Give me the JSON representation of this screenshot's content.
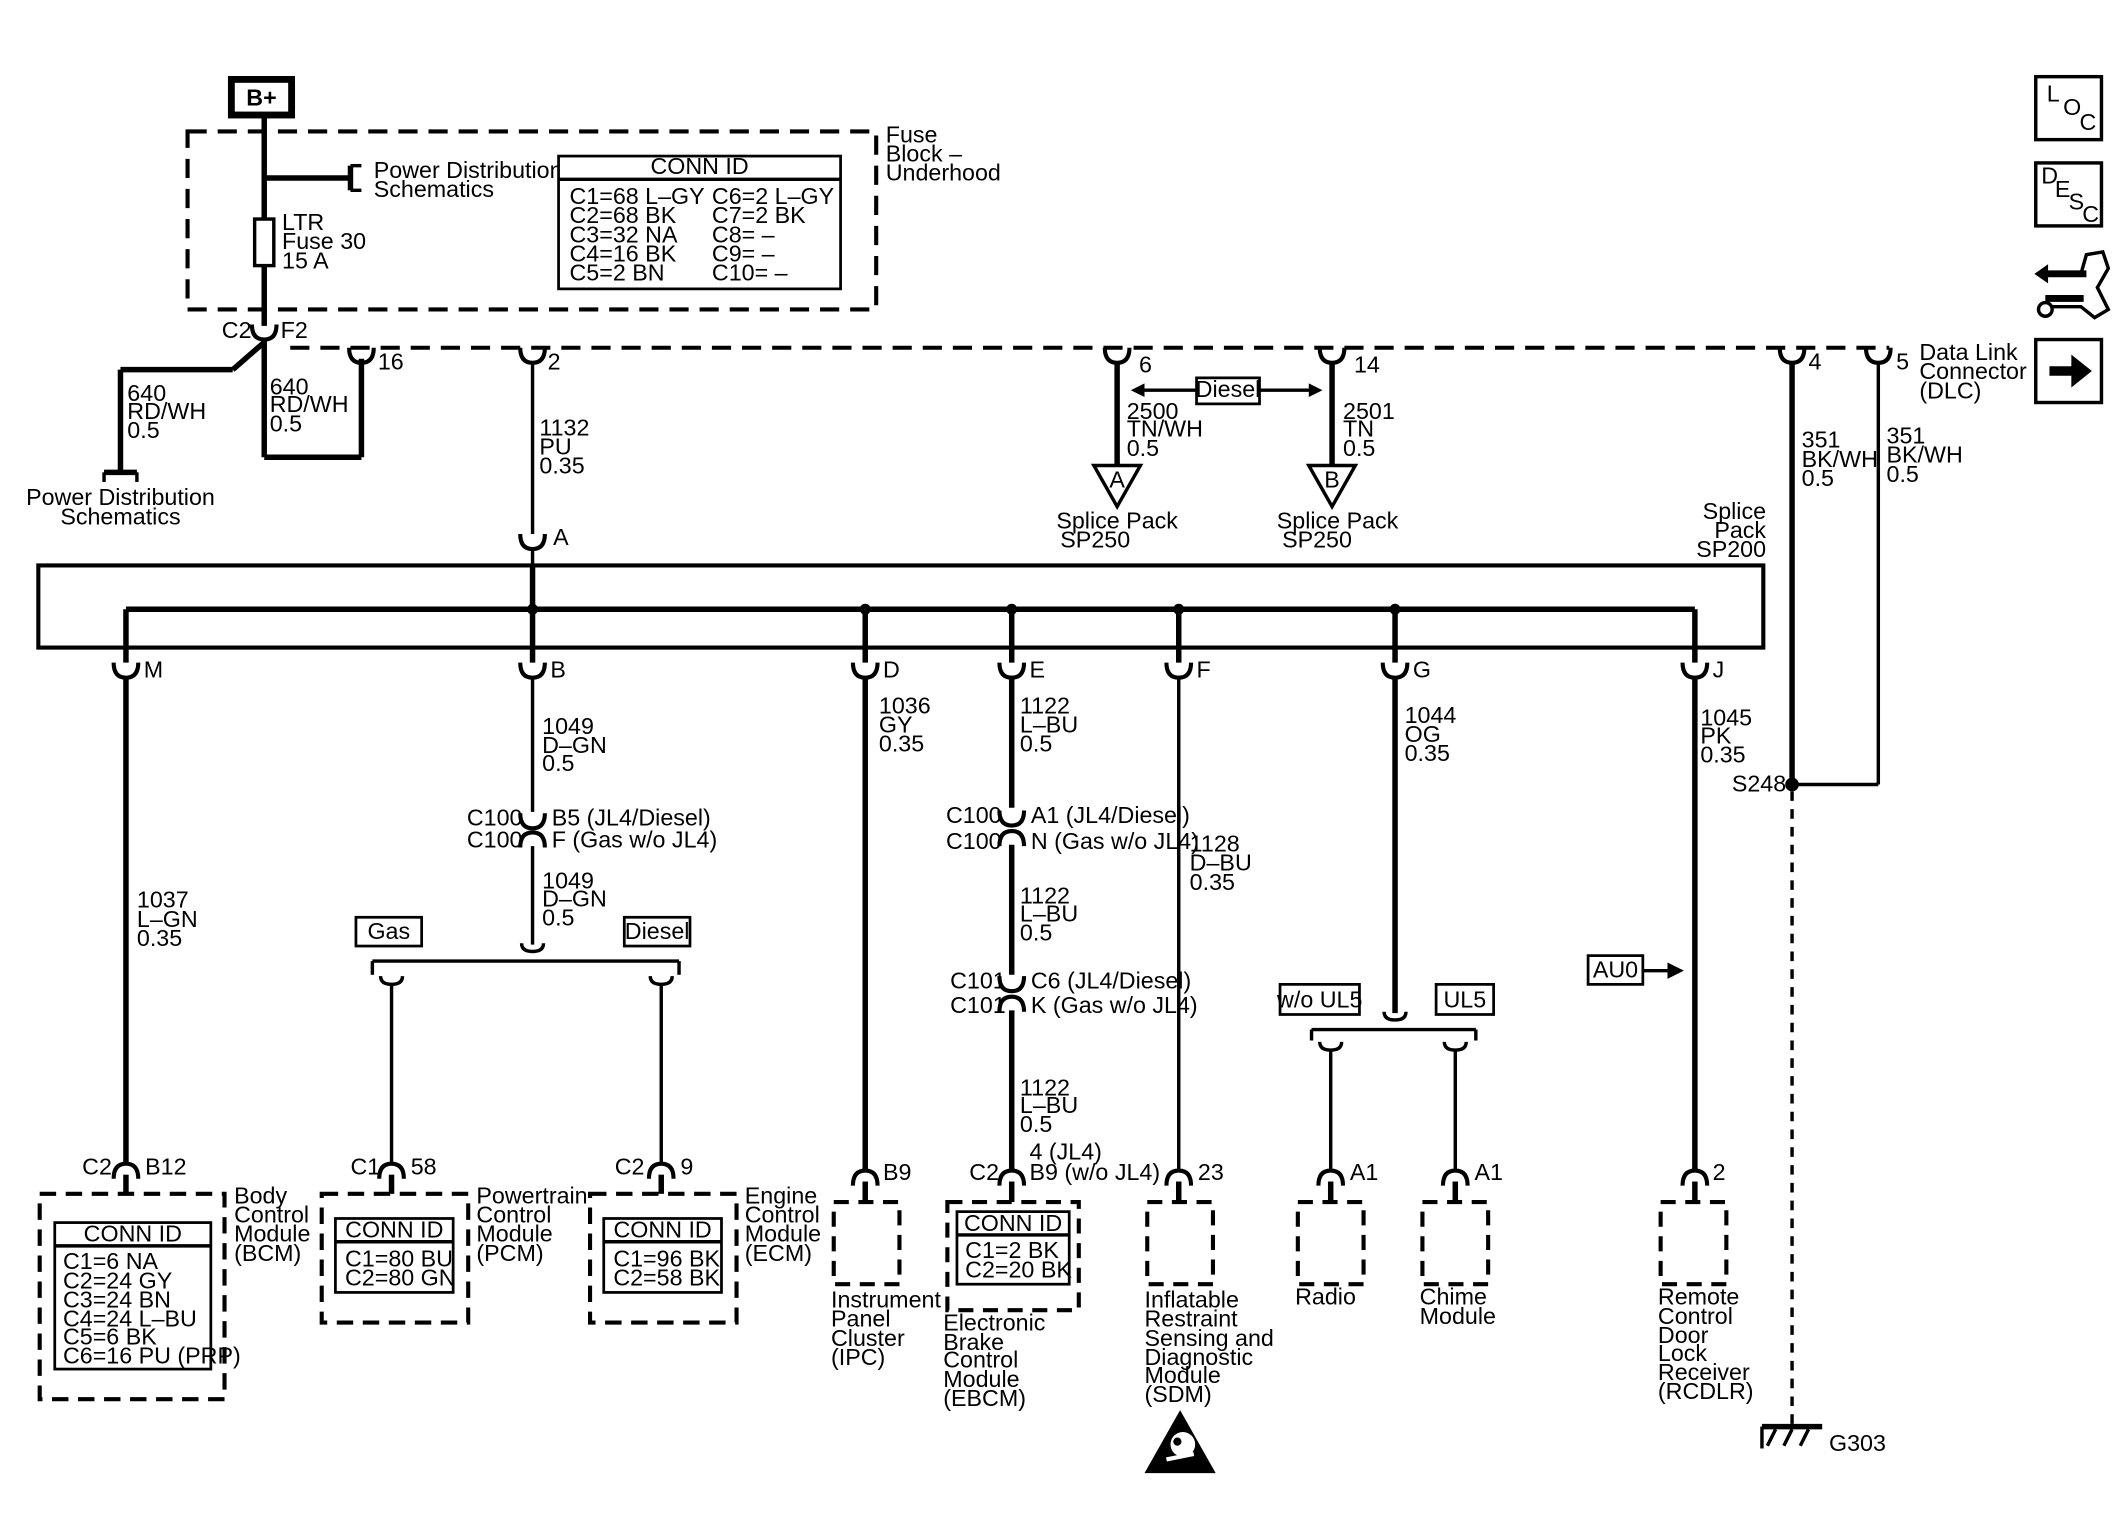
{
  "bplus": "B+",
  "fuse_block": {
    "title": [
      "Fuse",
      "Block –",
      "Underhood"
    ],
    "pds_ref": [
      "Power Distribution",
      "Schematics"
    ],
    "fuse": [
      "LTR",
      "Fuse 30",
      "15 A"
    ],
    "conn_title": "CONN ID",
    "conn_left": [
      "C1=68 L–GY",
      "C2=68 BK",
      "C3=32 NA",
      "C4=16 BK",
      "C5=2 BN"
    ],
    "conn_right": [
      "C6=2 L–GY",
      "C7=2 BK",
      "C8= –",
      "C9= –",
      "C10= –"
    ]
  },
  "fuse_out": {
    "c2": "C2",
    "f2": "F2"
  },
  "pds_bottom": [
    "Power Distribution",
    "Schematics"
  ],
  "wire_640a": [
    "640",
    "RD/WH",
    "0.5"
  ],
  "wire_640b": [
    "640",
    "RD/WH",
    "0.5"
  ],
  "dlc": {
    "title": [
      "Data Link",
      "Connector",
      "(DLC)"
    ],
    "pins": {
      "p16": "16",
      "p2": "2",
      "p6": "6",
      "p14": "14",
      "p4": "4",
      "p5": "5"
    }
  },
  "wire_1132": [
    "1132",
    "PU",
    "0.35"
  ],
  "diesel_tag": "Diesel",
  "wire_2500": [
    "2500",
    "TN/WH",
    "0.5"
  ],
  "wire_2501": [
    "2501",
    "TN",
    "0.5"
  ],
  "splice_a": {
    "letter": "A",
    "label": [
      "Splice Pack",
      "SP250"
    ]
  },
  "splice_b": {
    "letter": "B",
    "label": [
      "Splice Pack",
      "SP250"
    ]
  },
  "wire_351a": [
    "351",
    "BK/WH",
    "0.5"
  ],
  "wire_351b": [
    "351",
    "BK/WH",
    "0.5"
  ],
  "sp200": {
    "label": [
      "Splice",
      "Pack",
      "SP200"
    ],
    "pin_a": "A",
    "pins": [
      "M",
      "B",
      "D",
      "E",
      "F",
      "G",
      "J"
    ]
  },
  "s248": "S248",
  "g303": "G303",
  "wire_1037": [
    "1037",
    "L–GN",
    "0.35"
  ],
  "wire_1049a": [
    "1049",
    "D–GN",
    "0.5"
  ],
  "c100b": {
    "top": [
      "C100",
      "B5 (JL4/Diesel)"
    ],
    "bot": [
      "C100",
      "F (Gas w/o JL4)"
    ]
  },
  "wire_1049b": [
    "1049",
    "D–GN",
    "0.5"
  ],
  "gas_tag": "Gas",
  "diesel_tag2": "Diesel",
  "wire_1036": [
    "1036",
    "GY",
    "0.35"
  ],
  "wire_1122a": [
    "1122",
    "L–BU",
    "0.5"
  ],
  "c100e": {
    "top": [
      "C100",
      "A1 (JL4/Diesel)"
    ],
    "bot": [
      "C100",
      "N (Gas w/o JL4)"
    ]
  },
  "wire_1122b": [
    "1122",
    "L–BU",
    "0.5"
  ],
  "c101": {
    "top": [
      "C101",
      "C6 (JL4/Diesel)"
    ],
    "bot": [
      "C101",
      "K (Gas w/o JL4)"
    ]
  },
  "wire_1122c": [
    "1122",
    "L–BU",
    "0.5"
  ],
  "wire_1128": [
    "1128",
    "D–BU",
    "0.35"
  ],
  "wire_1044": [
    "1044",
    "OG",
    "0.35"
  ],
  "wo_ul5": "w/o UL5",
  "ul5": "UL5",
  "wire_1045": [
    "1045",
    "PK",
    "0.35"
  ],
  "au0": "AU0",
  "bcm": {
    "conn": "C2",
    "pin": "B12",
    "name": [
      "Body",
      "Control",
      "Module",
      "(BCM)"
    ],
    "conn_title": "CONN ID",
    "conn_rows": [
      "C1=6 NA",
      "C2=24 GY",
      "C3=24 BN",
      "C4=24 L–BU",
      "C5=6 BK",
      "C6=16 PU (PRP)"
    ]
  },
  "pcm": {
    "conn": "C1",
    "pin": "58",
    "name": [
      "Powertrain",
      "Control",
      "Module",
      "(PCM)"
    ],
    "conn_title": "CONN ID",
    "conn_rows": [
      "C1=80 BU",
      "C2=80 GN"
    ]
  },
  "ecm": {
    "conn": "C2",
    "pin": "9",
    "name": [
      "Engine",
      "Control",
      "Module",
      "(ECM)"
    ],
    "conn_title": "CONN ID",
    "conn_rows": [
      "C1=96 BK",
      "C2=58 BK"
    ]
  },
  "ipc": {
    "pin": "B9",
    "name": [
      "Instrument",
      "Panel",
      "Cluster",
      "(IPC)"
    ]
  },
  "ebcm": {
    "conn": "C2",
    "pin_a": "4 (JL4)",
    "pin_b": "B9 (w/o JL4)",
    "name": [
      "Electronic",
      "Brake",
      "Control",
      "Module",
      "(EBCM)"
    ],
    "conn_title": "CONN ID",
    "conn_rows": [
      "C1=2 BK",
      "C2=20 BK"
    ]
  },
  "sdm": {
    "pin": "23",
    "name": [
      "Inflatable",
      "Restraint",
      "Sensing and",
      "Diagnostic",
      "Module",
      "(SDM)"
    ]
  },
  "radio": {
    "pin": "A1",
    "name": [
      "Radio"
    ]
  },
  "chime": {
    "pin": "A1",
    "name": [
      "Chime",
      "Module"
    ]
  },
  "rcdlr": {
    "pin": "2",
    "name": [
      "Remote",
      "Control",
      "Door",
      "Lock",
      "Receiver",
      "(RCDLR)"
    ]
  },
  "side_icons": {
    "loc": [
      "L",
      "O",
      "C"
    ],
    "desc": [
      "D",
      "E",
      "S",
      "C"
    ]
  }
}
